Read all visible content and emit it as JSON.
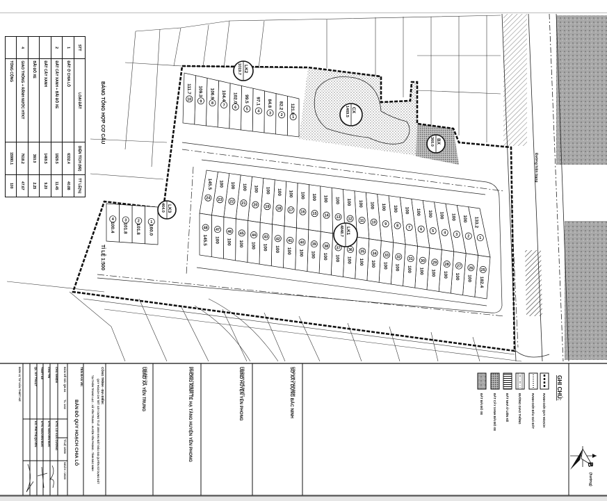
{
  "summary_table": {
    "title": "BẢNG TỔNG HỢP CƠ CẤU",
    "headers": [
      "STT",
      "LOẠI ĐẤT",
      "DIỆN TÍCH (M2)",
      "TỶ LỆ(%)"
    ],
    "rows": [
      [
        "1",
        "ĐẤT Ở CHIA LÔ",
        "6332.4",
        "40.88"
      ],
      [
        "2",
        "ĐẤT CÂY XANH + BÃI ĐỖ XE",
        "1829.5",
        "11.45"
      ],
      [
        "",
        "ĐẤT CÂY XANH",
        "1469.5",
        "9.20"
      ],
      [
        "",
        "BÃI ĐỖ XE",
        "360.0",
        "2.25"
      ],
      [
        "4",
        "GIAO THÔNG + RÃNH NƯỚC HTKT",
        "7618.2",
        "47.67"
      ],
      [
        "",
        "TỔNG CỘNG",
        "15980.1",
        "100"
      ]
    ],
    "scale": "TỈ LỆ 1:500"
  },
  "blocks": {
    "lk1": {
      "label": "LK1",
      "area": "4848.7",
      "top_row": [
        "133.2",
        "100",
        "100",
        "100",
        "100",
        "100",
        "100",
        "100",
        "100",
        "100",
        "100",
        "100",
        "100",
        "100",
        "100",
        "100",
        "100",
        "100",
        "100",
        "100",
        "100",
        "100",
        "100",
        "145.5"
      ],
      "bottom_row": [
        "182.4",
        "100",
        "100",
        "100",
        "100",
        "100",
        "100",
        "100",
        "100",
        "100",
        "100",
        "100",
        "100",
        "100",
        "100",
        "100",
        "100",
        "100",
        "100",
        "100",
        "100",
        "100",
        "100",
        "145.5"
      ]
    },
    "lk2": {
      "label": "LK2",
      "area": "1019.7",
      "lots": [
        "121.8",
        "82.2",
        "84.8",
        "97.1",
        "99.5",
        "102.0",
        "104.4",
        "106.9",
        "109.3",
        "111.7"
      ]
    },
    "lk3": {
      "label": "LK3",
      "area": "464.0",
      "lots": [
        "160.0",
        "101.8",
        "101.8",
        "100.4"
      ]
    },
    "cx": {
      "label": "CX",
      "area": "1469.5"
    },
    "bx": {
      "label": "BX",
      "area": "360.0"
    }
  },
  "road_label": "Đường hiện trạng",
  "legend": {
    "title": "GHI CHÚ:",
    "items": [
      {
        "label": "RANH GIỚI QUY HOẠCH",
        "pattern": "dashed-boundary"
      },
      {
        "label": "RANH GIỚI ĐẤU GIÁ ĐẤT",
        "pattern": "dotted-boundary"
      },
      {
        "label": "ĐƯỜNG GIAO THÔNG",
        "pattern": "road"
      },
      {
        "label": "ĐẤT NHÀ Ở LIỀN KỀ",
        "pattern": "stripes"
      },
      {
        "label": "ĐẤT CÂY XANH BÃI ĐỖ XE",
        "pattern": "dark-hatch"
      },
      {
        "label": "ĐẤT BÃI ĐỖ XE",
        "pattern": "light-hatch"
      }
    ]
  },
  "north_arrow": {
    "letter": "B",
    "note": "(hướng)"
  },
  "title_block": {
    "approvals": [
      {
        "role": "CƠ QUAN THẨM ĐỊNH",
        "org": "SỞ XÂY DỰNG BẮC NINH"
      },
      {
        "role": "CƠ QUAN PHÊ DUYỆT",
        "org": "UBND HUYỆN YÊN PHONG"
      },
      {
        "role": "CƠ QUAN THẨM ĐỊNH",
        "org": "PHÒNG KINH TẾ HẠ TẦNG HUYỆN YÊN PHONG"
      },
      {
        "role": "CHỦ ĐẦU TƯ",
        "org": "UBND XÃ YÊN TRUNG"
      }
    ],
    "project_label": "CÔNG TRÌNH - ĐỊA ĐIỂM:",
    "project_line1": "QUY HOẠCH CHI TIẾT XÂY DỰNG TỈ LỆ 1/500 KHU ĐẤT ĐẤU GIÁ QUYỀN SỬ DỤNG ĐẤT",
    "project_line2": "TẠI THÔN TRUNG LẠC - XÃ YÊN TRUNG - HUYỆN YÊN PHONG - TỈNH BẮC NINH",
    "drawing_label": "TÊN BẢN VẼ:",
    "drawing_name": "BẢN ĐỒ QUY HOẠCH CHIA LÔ",
    "sheet": [
      "BẢN VẼ SỐ: QH-04",
      "TL 1/42",
      "TỈ LỆ 1/500",
      "NGÀY: / 2020"
    ],
    "staff": [
      {
        "role": "CHỦ NHIỆM",
        "name": "KTS. LÒ VĂN CƯỜNG"
      },
      {
        "role": "CHỦ TRÌ",
        "name": "KTS. NGUYỄN ĐỨC"
      },
      {
        "role": "THIẾT KẾ",
        "name": "KTS. NGUYỄN ĐỨC"
      },
      {
        "role": "QL. KỸ THUẬT",
        "name": "KS. PHÍ THỊ QUYÊN"
      }
    ],
    "consultant": "ĐƠN VỊ TƯ VẤN THIẾT KẾ"
  },
  "colors": {
    "ink": "#111111",
    "hatch": "#8a8a8a",
    "texture": "#9a9a9a"
  }
}
